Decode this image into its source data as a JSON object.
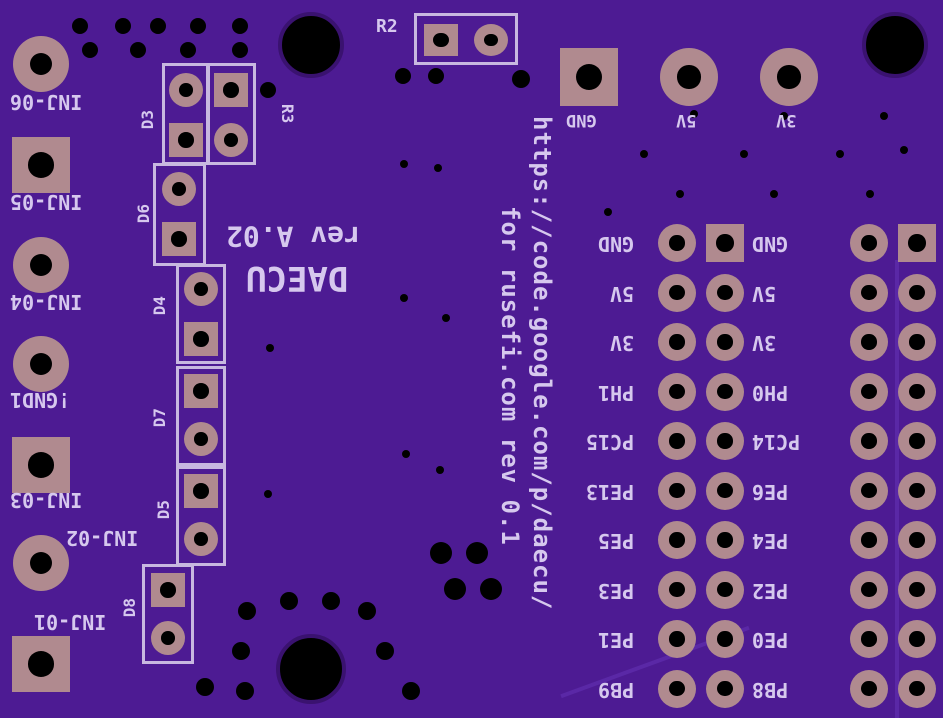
{
  "board": {
    "title": "DAECU",
    "revision": "rev A.02",
    "url": "https://code.google.com/p/daecu/",
    "url_line2": "for rusefi.com  rev 0.1",
    "colors": {
      "substrate": "#4d1b93",
      "pad": "#b08a8f",
      "silk": "#d6c8ee"
    }
  },
  "injector_labels": [
    "INJ-06",
    "INJ-05",
    "INJ-04",
    "!GND1",
    "INJ-03",
    "INJ-02",
    "INJ-01"
  ],
  "component_labels": {
    "r2": "R2",
    "r3": "R3",
    "d3": "D3",
    "d6": "D6",
    "d4": "D4",
    "d7": "D7",
    "d5": "D5",
    "d8": "D8"
  },
  "power_labels": [
    "GND",
    "5V",
    "3V"
  ],
  "header_left_labels": [
    "GND",
    "5V",
    "3V",
    "PH1",
    "PC15",
    "PE13",
    "PE5",
    "PE3",
    "PE1",
    "PB9"
  ],
  "header_right_labels": [
    "GND",
    "5V",
    "3V",
    "PH0",
    "PC14",
    "PE6",
    "PE4",
    "PE2",
    "PE0",
    "PB8"
  ]
}
